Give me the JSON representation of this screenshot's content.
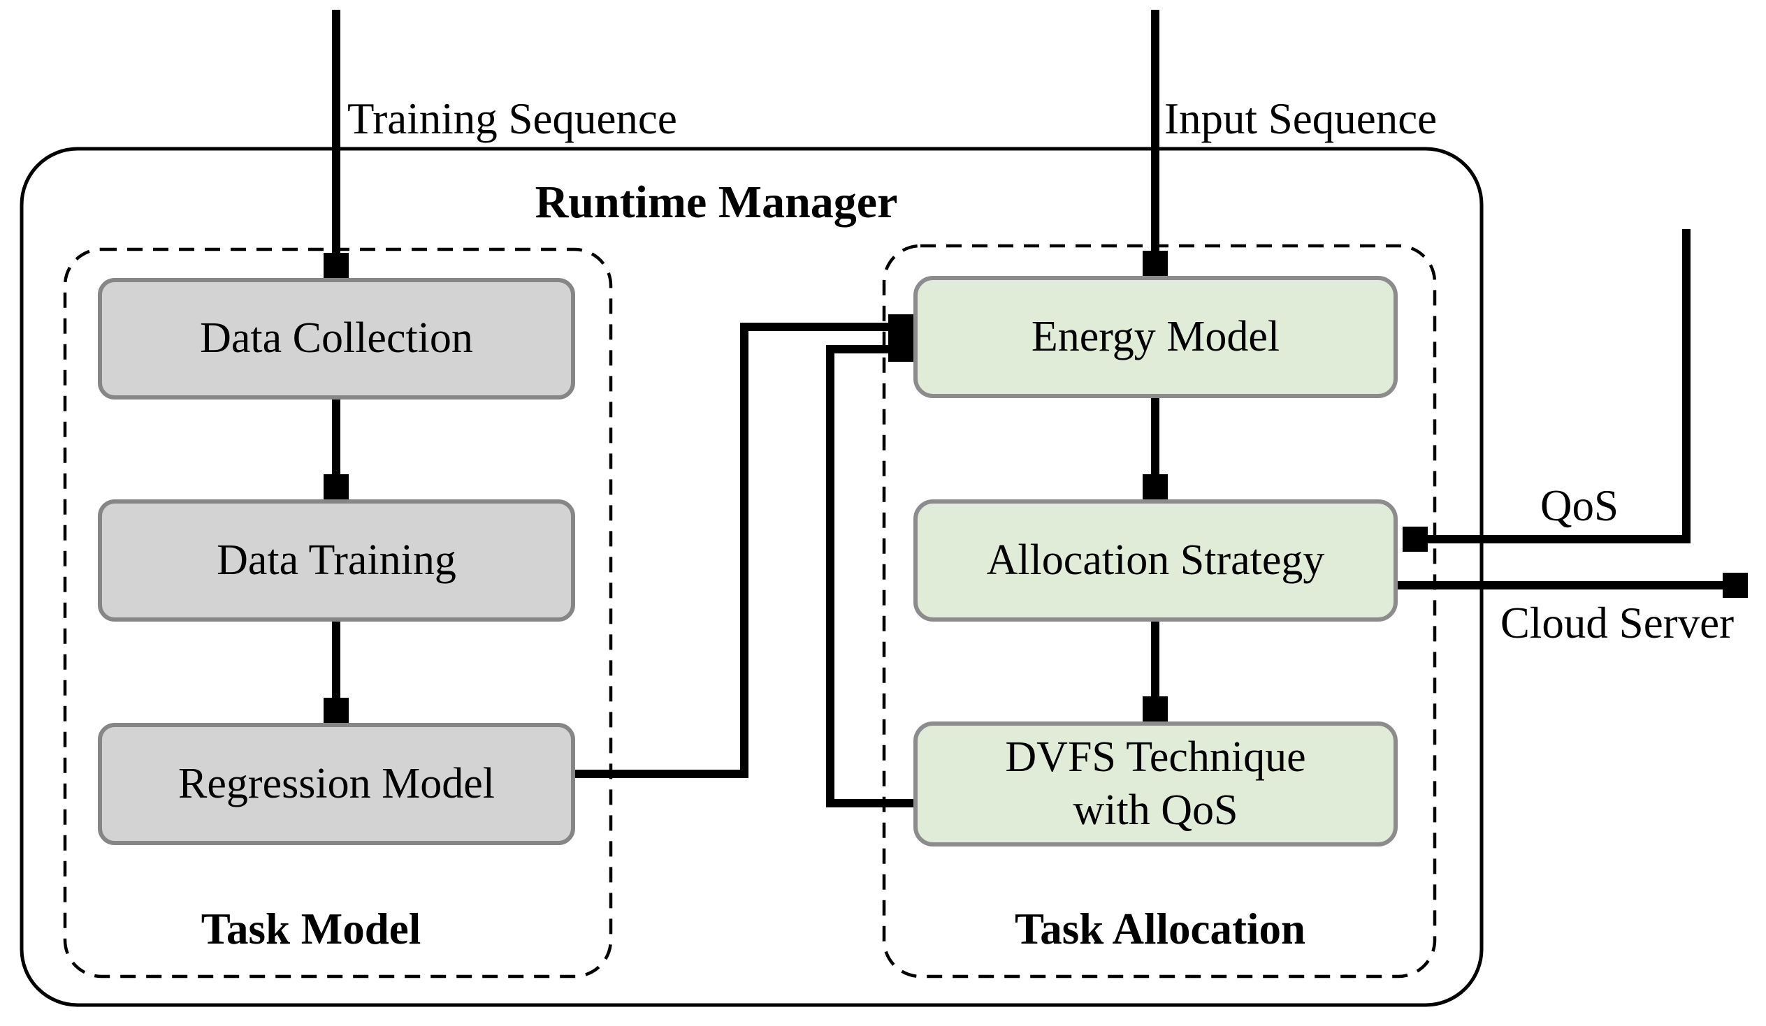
{
  "title": "Runtime Manager",
  "labels": {
    "training_sequence": "Training Sequence",
    "input_sequence": "Input Sequence",
    "qos": "QoS",
    "cloud_server": "Cloud Server"
  },
  "task_model": {
    "label": "Task Model",
    "boxes": [
      "Data Collection",
      "Data Training",
      "Regression Model"
    ]
  },
  "task_allocation": {
    "label": "Task Allocation",
    "boxes": [
      "Energy Model",
      "Allocation Strategy",
      "DVFS Technique with QoS"
    ]
  },
  "colors": {
    "gray_box_fill": "#d3d3d3",
    "gray_box_border": "#868686",
    "green_box_fill": "#e1ecd8",
    "green_box_border": "#8c8c8c",
    "line": "#000000",
    "background": "#ffffff"
  }
}
